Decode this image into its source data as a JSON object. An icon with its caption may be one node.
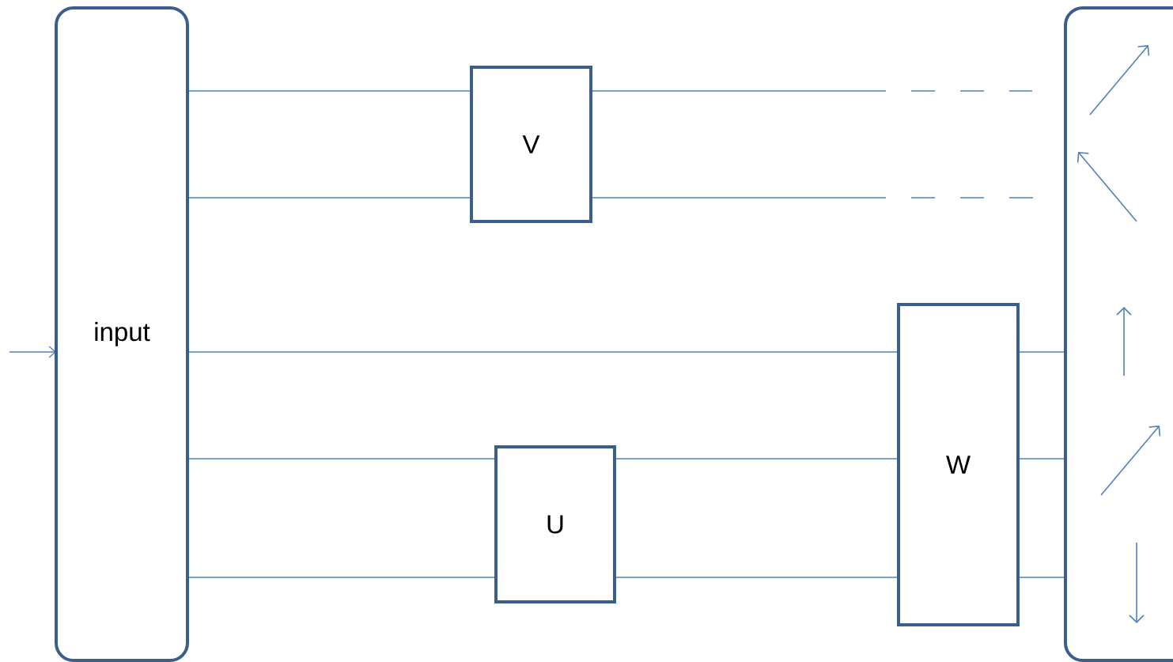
{
  "diagram": {
    "nodes": [
      {
        "text": [
          "input"
        ]
      },
      {
        "text": [
          "V"
        ]
      },
      {
        "text": [
          "U"
        ]
      },
      {
        "text": [
          "W"
        ]
      },
      {
        "text": [],
        "shape": "box"
      }
    ],
    "edges": [
      {
        "from": null,
        "to": 0,
        "arrow": "to"
      },
      {
        "from": 0,
        "to": 1,
        "arrow": "none"
      },
      {
        "from": 0,
        "to": 1,
        "arrow": "none"
      },
      {
        "from": 1,
        "to": null,
        "arrow": "none",
        "style": "dashed"
      },
      {
        "from": 1,
        "to": null,
        "arrow": "none",
        "style": "dashed"
      },
      {
        "from": 0,
        "to": 3,
        "arrow": "none"
      },
      {
        "from": 0,
        "to": 2,
        "arrow": "none"
      },
      {
        "from": 0,
        "to": 2,
        "arrow": "none"
      },
      {
        "from": 2,
        "to": 3,
        "arrow": "none"
      },
      {
        "from": 2,
        "to": 3,
        "arrow": "none"
      },
      {
        "from": 3,
        "to": 4,
        "arrow": "none"
      },
      {
        "from": 3,
        "to": 4,
        "arrow": "none"
      },
      {
        "from": 3,
        "to": 4,
        "arrow": "none"
      }
    ]
  }
}
